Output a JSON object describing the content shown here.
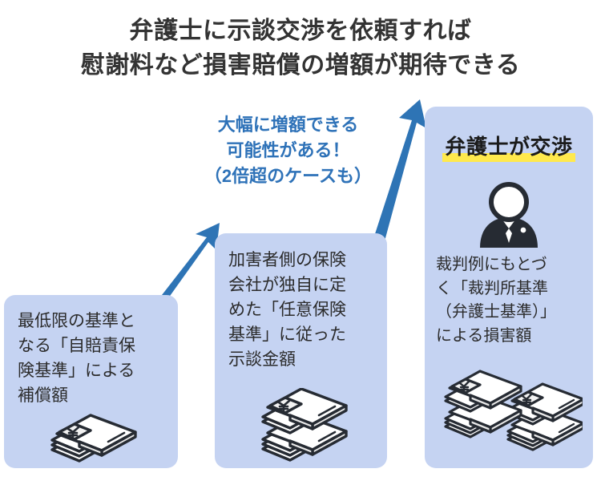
{
  "title": {
    "line1": "弁護士に示談交渉を依頼すれば",
    "line2": "慰謝料など損害賠償の増額が期待できる"
  },
  "callout": {
    "line1": "大幅に増額できる",
    "line2": "可能性がある！",
    "line3": "（2倍超のケースも）"
  },
  "boxes": {
    "jibaiseki": {
      "name": "自賠責保険基準",
      "line1": "最低限の基準と",
      "line2": "なる「自賠責保",
      "line3": "険基準」による",
      "line4": "補償額",
      "money_stacks": 1
    },
    "nini": {
      "name": "任意保険基準",
      "line1": "加害者側の保険",
      "line2": "会社が独自に定",
      "line3": "めた「任意保険",
      "line4": "基準」に従った",
      "line5": "示談金額",
      "money_stacks": 2
    },
    "bengoshi": {
      "name": "弁護士基準",
      "heading": "弁護士が交渉",
      "line1": "裁判例にもとづ",
      "line2": "く「裁判所基準",
      "line3": "（弁護士基準）」",
      "line4": "による損害額",
      "money_stacks": 4
    }
  },
  "icons": {
    "lawyer": "lawyer-avatar-icon",
    "money": "money-stack-icon",
    "arrow_small": "arrow-up-right-icon",
    "arrow_large": "arrow-up-right-long-icon"
  },
  "colors": {
    "background": "#ffffff",
    "box_fill": "#c5d3f2",
    "title_text": "#333333",
    "body_text": "#2b2b2b",
    "accent_blue": "#2e72b8",
    "arrow_blue": "#2e74b5",
    "highlight_yellow": "#ffe94d",
    "icon_dark": "#262b33"
  }
}
